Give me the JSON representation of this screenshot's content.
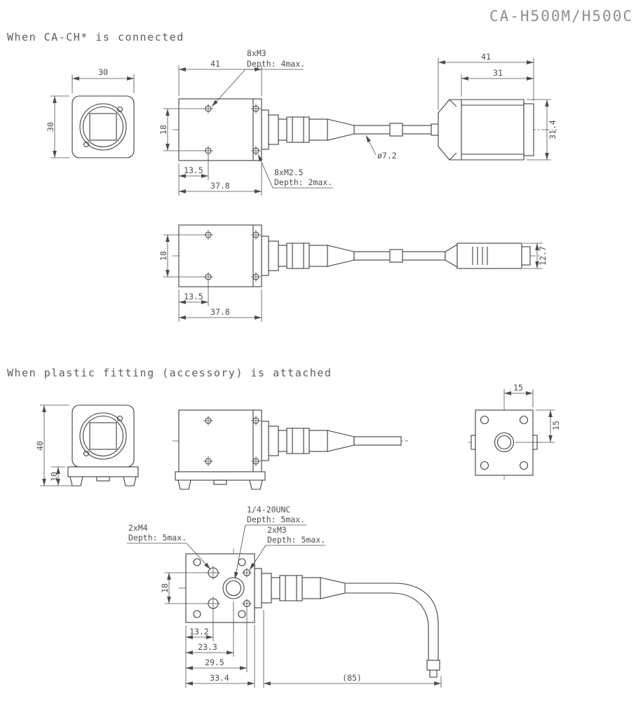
{
  "title": "CA-H500M/H500C",
  "section1": {
    "heading": "When CA-CH* is connected",
    "front": {
      "dim_width": "30",
      "dim_height": "30"
    },
    "side": {
      "dim_width": "41",
      "note_m3_line1": "8xM3",
      "note_m3_line2": "Depth: 4max.",
      "dim_hole_span": "18",
      "dim_offset": "13.5",
      "dim_length": "37.8",
      "note_m25_line1": "8xM2.5",
      "note_m25_line2": "Depth: 2max.",
      "cable_diameter": "ø7.2"
    },
    "connector": {
      "dim_width": "41",
      "dim_inner": "31",
      "dim_height": "31.4"
    },
    "side2": {
      "dim_hole_span": "18",
      "dim_offset": "13.5",
      "dim_length": "37.8",
      "dim_connector_height": "12.7"
    }
  },
  "section2": {
    "heading": "When plastic fitting (accessory) is attached",
    "front": {
      "dim_height": "40",
      "dim_foot": "10"
    },
    "top": {
      "dim_x": "15",
      "dim_y": "15"
    },
    "bottom": {
      "note_unc_line1": "1/4-20UNC",
      "note_unc_line2": "Depth: 5max.",
      "note_m4_line1": "2xM4",
      "note_m4_line2": "Depth: 5max.",
      "note_m3_line1": "2xM3",
      "note_m3_line2": "Depth: 5max.",
      "dim_hole_span": "18",
      "dim_1": "13.2",
      "dim_2": "23.3",
      "dim_3": "29.5",
      "dim_4": "33.4",
      "dim_cable": "(85)"
    }
  }
}
